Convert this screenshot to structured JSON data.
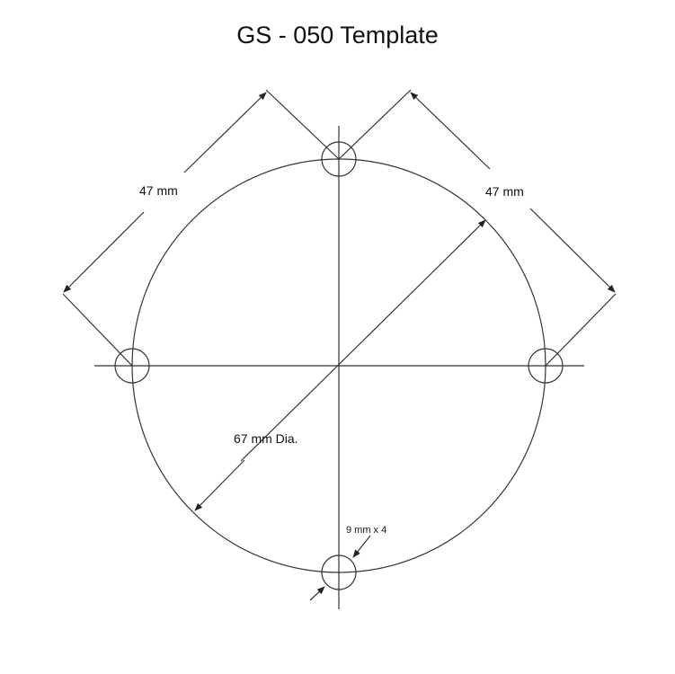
{
  "title": "GS - 050 Template",
  "labels": {
    "left_dimension": "47 mm",
    "right_dimension": "47 mm",
    "diameter": "67 mm Dia.",
    "hole_size": "9 mm x 4"
  },
  "colors": {
    "line": "#333333",
    "background": "#ffffff"
  }
}
